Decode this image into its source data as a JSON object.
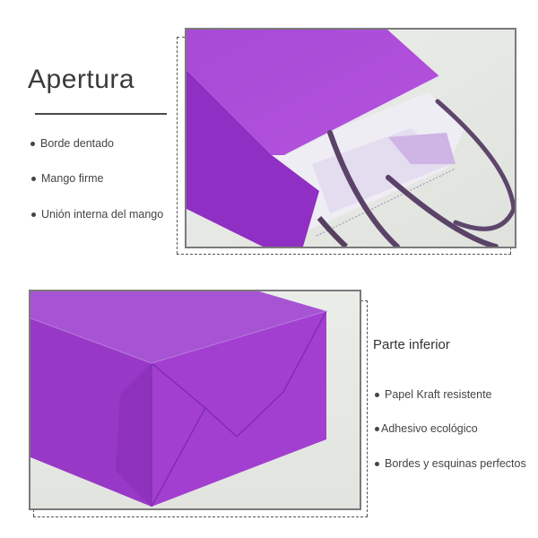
{
  "top_section": {
    "title": "Apertura",
    "bullets": [
      {
        "label": "Borde dentado"
      },
      {
        "label": "Mango firme"
      },
      {
        "label": "Unión interna del mango"
      }
    ],
    "photo": {
      "subject": "purple paper bag opening with twisted handles",
      "bag_color": "#a647d6",
      "handle_color": "#5a4268"
    }
  },
  "bottom_section": {
    "title": "Parte inferior",
    "bullets": [
      {
        "label": "Papel Kraft resistente"
      },
      {
        "label": "Adhesivo ecológico"
      },
      {
        "label": "Bordes y esquinas perfectos"
      }
    ],
    "photo": {
      "subject": "purple paper bag bottom folded corner",
      "bag_color": "#9b35c8"
    }
  },
  "icons": {
    "bullet": "bullet-dot-icon"
  }
}
